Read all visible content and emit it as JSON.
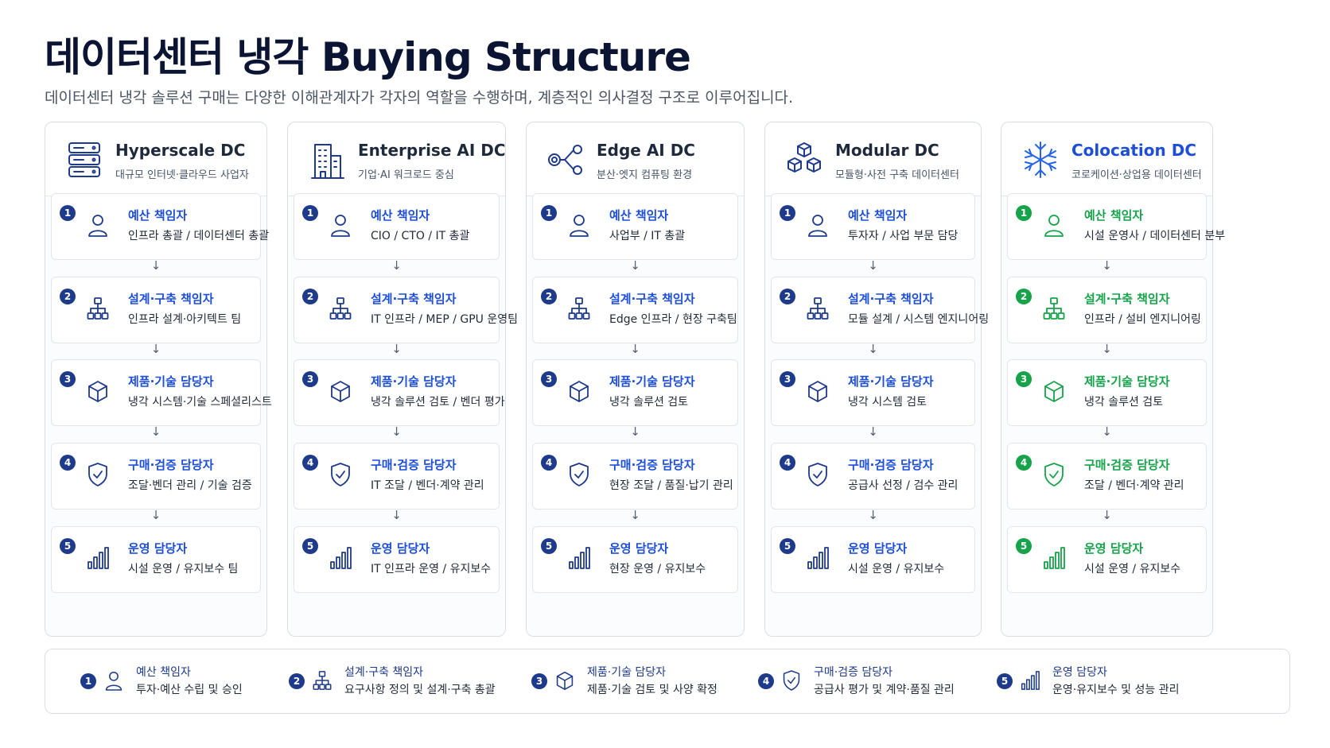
{
  "title": "데이터센터 냉각 Buying Structure",
  "subtitle": "데이터센터 냉각 솔루션 구매는 다양한 이해관계자가 각자의 역할을 수행하며, 계층적인 의사결정 구조로 이루어집니다.",
  "colors": {
    "navy": "#1e3a8a",
    "link_blue": "#1d4ed8",
    "green": "#16a34a",
    "border": "#d9dee6"
  },
  "arrow_glyph": "↓",
  "columns": [
    {
      "title": "Hyperscale DC",
      "subtitle": "대규모 인터넷·클라우드 사업자",
      "icon": "server-stack-icon",
      "accent": "#1d4ed8",
      "roles": [
        {
          "num": "1",
          "title": "예산 책임자",
          "desc": "인프라 총괄 / 데이터센터 총괄"
        },
        {
          "num": "2",
          "title": "설계·구축 책임자",
          "desc": "인프라 설계·아키텍트 팀"
        },
        {
          "num": "3",
          "title": "제품·기술 담당자",
          "desc": "냉각 시스템·기술 스페셜리스트"
        },
        {
          "num": "4",
          "title": "구매·검증 담당자",
          "desc": "조달·벤더 관리 / 기술 검증"
        },
        {
          "num": "5",
          "title": "운영 담당자",
          "desc": "시설 운영 / 유지보수 팀"
        }
      ]
    },
    {
      "title": "Enterprise AI DC",
      "subtitle": "기업·AI 워크로드 중심",
      "icon": "building-icon",
      "accent": "#1d4ed8",
      "roles": [
        {
          "num": "1",
          "title": "예산 책임자",
          "desc": "CIO / CTO / IT 총괄"
        },
        {
          "num": "2",
          "title": "설계·구축 책임자",
          "desc": "IT 인프라 / MEP / GPU 운영팀"
        },
        {
          "num": "3",
          "title": "제품·기술 담당자",
          "desc": "냉각 솔루션 검토 / 벤더 평가"
        },
        {
          "num": "4",
          "title": "구매·검증 담당자",
          "desc": "IT 조달 / 벤더·계약 관리"
        },
        {
          "num": "5",
          "title": "운영 담당자",
          "desc": "IT 인프라 운영 / 유지보수"
        }
      ]
    },
    {
      "title": "Edge AI DC",
      "subtitle": "분산·엣지 컴퓨팅 환경",
      "icon": "edge-network-icon",
      "accent": "#1d4ed8",
      "roles": [
        {
          "num": "1",
          "title": "예산 책임자",
          "desc": "사업부 / IT 총괄"
        },
        {
          "num": "2",
          "title": "설계·구축 책임자",
          "desc": "Edge 인프라 / 현장 구축팀"
        },
        {
          "num": "3",
          "title": "제품·기술 담당자",
          "desc": "냉각 솔루션 검토"
        },
        {
          "num": "4",
          "title": "구매·검증 담당자",
          "desc": "현장 조달 / 품질·납기 관리"
        },
        {
          "num": "5",
          "title": "운영 담당자",
          "desc": "현장 운영 / 유지보수"
        }
      ]
    },
    {
      "title": "Modular DC",
      "subtitle": "모듈형·사전 구축 데이터센터",
      "icon": "modular-cubes-icon",
      "accent": "#1d4ed8",
      "roles": [
        {
          "num": "1",
          "title": "예산 책임자",
          "desc": "투자자 / 사업 부문 담당"
        },
        {
          "num": "2",
          "title": "설계·구축 책임자",
          "desc": "모듈 설계 / 시스템 엔지니어링"
        },
        {
          "num": "3",
          "title": "제품·기술 담당자",
          "desc": "냉각 시스템 검토"
        },
        {
          "num": "4",
          "title": "구매·검증 담당자",
          "desc": "공급사 선정 / 검수 관리"
        },
        {
          "num": "5",
          "title": "운영 담당자",
          "desc": "시설 운영 / 유지보수"
        }
      ]
    },
    {
      "title": "Colocation DC",
      "subtitle": "코로케이션·상업용 데이터센터",
      "icon": "snowflake-icon",
      "accent": "#16a34a",
      "roles": [
        {
          "num": "1",
          "title": "예산 책임자",
          "desc": "시설 운영사 / 데이터센터 분부"
        },
        {
          "num": "2",
          "title": "설계·구축 책임자",
          "desc": "인프라 / 설비 엔지니어링"
        },
        {
          "num": "3",
          "title": "제품·기술 담당자",
          "desc": "냉각 솔루션 검토"
        },
        {
          "num": "4",
          "title": "구매·검증 담당자",
          "desc": "조달 / 벤더·계약 관리"
        },
        {
          "num": "5",
          "title": "운영 담당자",
          "desc": "시설 운영 / 유지보수"
        }
      ]
    }
  ],
  "legend": [
    {
      "num": "1",
      "title": "예산 책임자",
      "desc": "투자·예산 수립 및 승인",
      "icon": "person-icon"
    },
    {
      "num": "2",
      "title": "설계·구축 책임자",
      "desc": "요구사항 정의 및 설계·구축 총괄",
      "icon": "org-chart-icon"
    },
    {
      "num": "3",
      "title": "제품·기술 담당자",
      "desc": "제품·기술 검토 및 사양 확정",
      "icon": "cube-icon"
    },
    {
      "num": "4",
      "title": "구매·검증 담당자",
      "desc": "공급사 평가 및 계약·품질 관리",
      "icon": "shield-check-icon"
    },
    {
      "num": "5",
      "title": "운영 담당자",
      "desc": "운영·유지보수 및 성능 관리",
      "icon": "bar-chart-icon"
    }
  ]
}
